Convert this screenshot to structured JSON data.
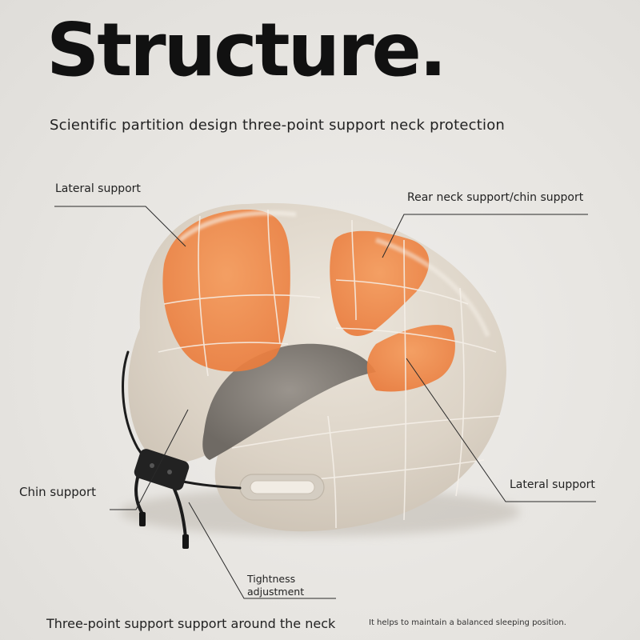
{
  "header": {
    "title": "Structure.",
    "subtitle": "Scientific partition design three-point support neck protection"
  },
  "labels": {
    "lateral_top": "Lateral support",
    "rear_neck": "Rear neck support/chin support",
    "chin": "Chin support",
    "lateral_right": "Lateral support",
    "tightness": "Tightness adjustment"
  },
  "footer": {
    "left": "Three-point support support around the neck",
    "right": "It helps to maintain a balanced sleeping position."
  },
  "colors": {
    "background": "#eae8e4",
    "pillow_fabric": "#ddd6cb",
    "support_zone": "#ef8a4a",
    "grid_line": "#f4efe8",
    "strap": "#1c1c1c"
  },
  "icons": [
    "neck-pillow-image",
    "adjuster-buckle-icon"
  ]
}
